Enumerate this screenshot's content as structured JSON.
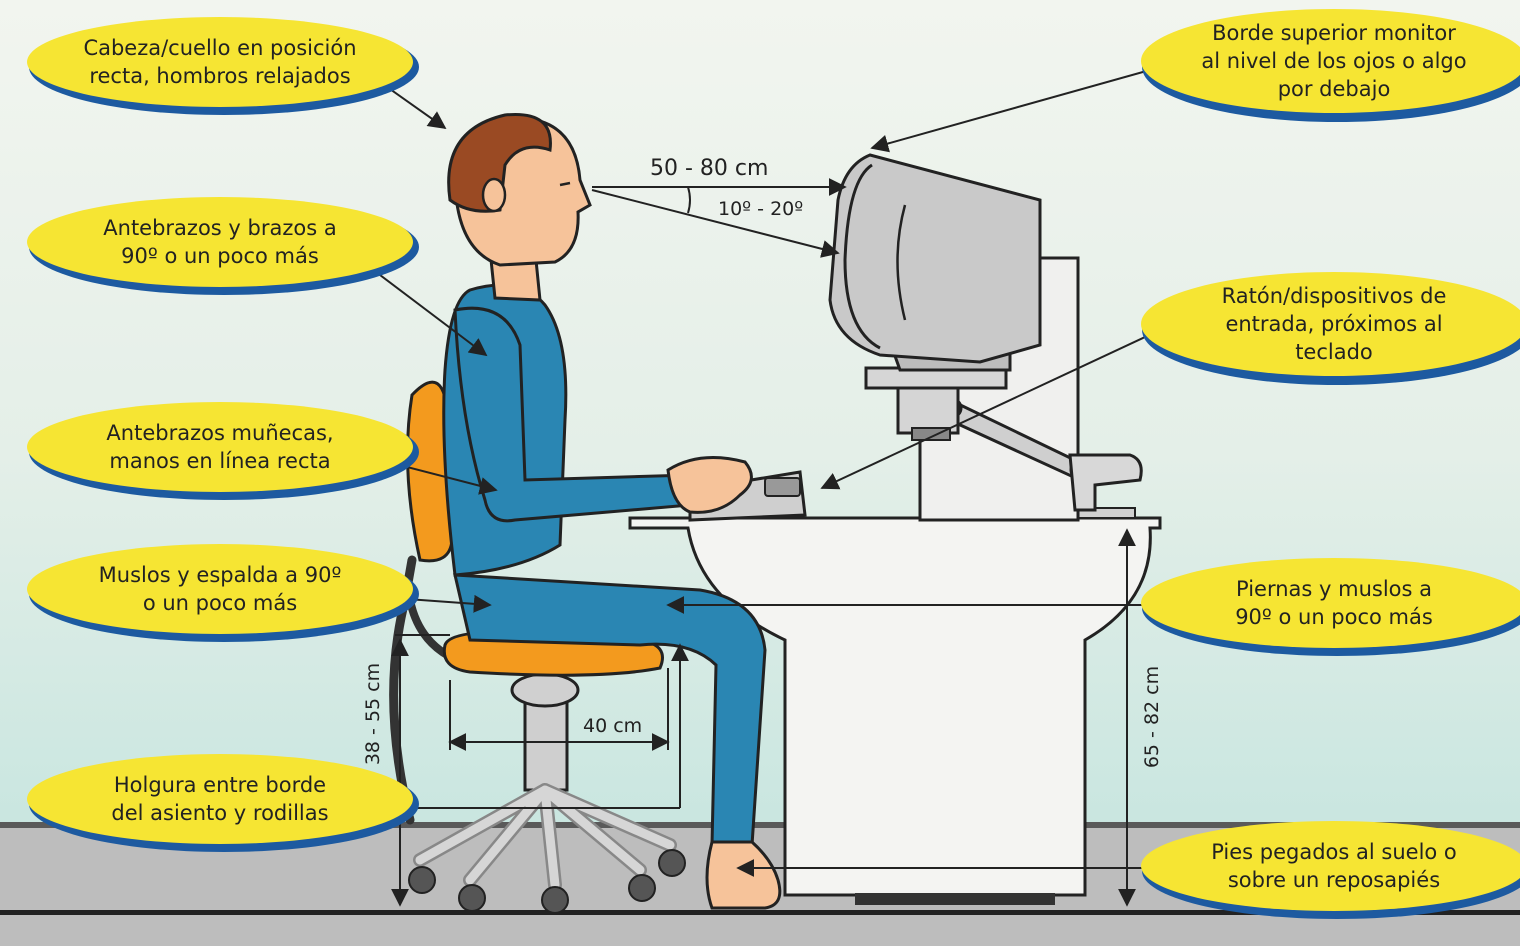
{
  "colors": {
    "bubble_fill": "#f6e533",
    "bubble_shadow": "#1d5aa0",
    "body_blue": "#2a86b3",
    "chair_orange": "#f39a1e",
    "skin": "#f6c39a",
    "hair": "#9a4a23",
    "floor": "#bcbcbc",
    "wall_top": "#eef3ec",
    "wall_bottom": "#cfe7e2",
    "desk": "#f3f3f1",
    "monitor": "#c9c9c9"
  },
  "labels": {
    "head": "Cabeza/cuello en posición\nrecta, hombros relajados",
    "arms": "Antebrazos y brazos a\n90º o un poco más",
    "wrists": "Antebrazos muñecas,\nmanos en línea recta",
    "thighs_back": "Muslos y espalda a 90º\no un poco más",
    "knee_clearance": "Holgura entre borde\ndel asiento y rodillas",
    "monitor_top": "Borde superior monitor\nal nivel de los ojos o algo\npor debajo",
    "mouse": "Ratón/dispositivos de\nentrada, próximos al\nteclado",
    "legs": "Piernas y muslos a\n90º o un poco más",
    "feet": "Pies pegados al suelo o\nsobre un reposapiés"
  },
  "measurements": {
    "viewing_distance": "50 - 80 cm",
    "viewing_angle": "10º - 20º",
    "seat_height": "38 - 55 cm",
    "seat_depth": "40 cm",
    "desk_height": "65 - 82 cm"
  }
}
